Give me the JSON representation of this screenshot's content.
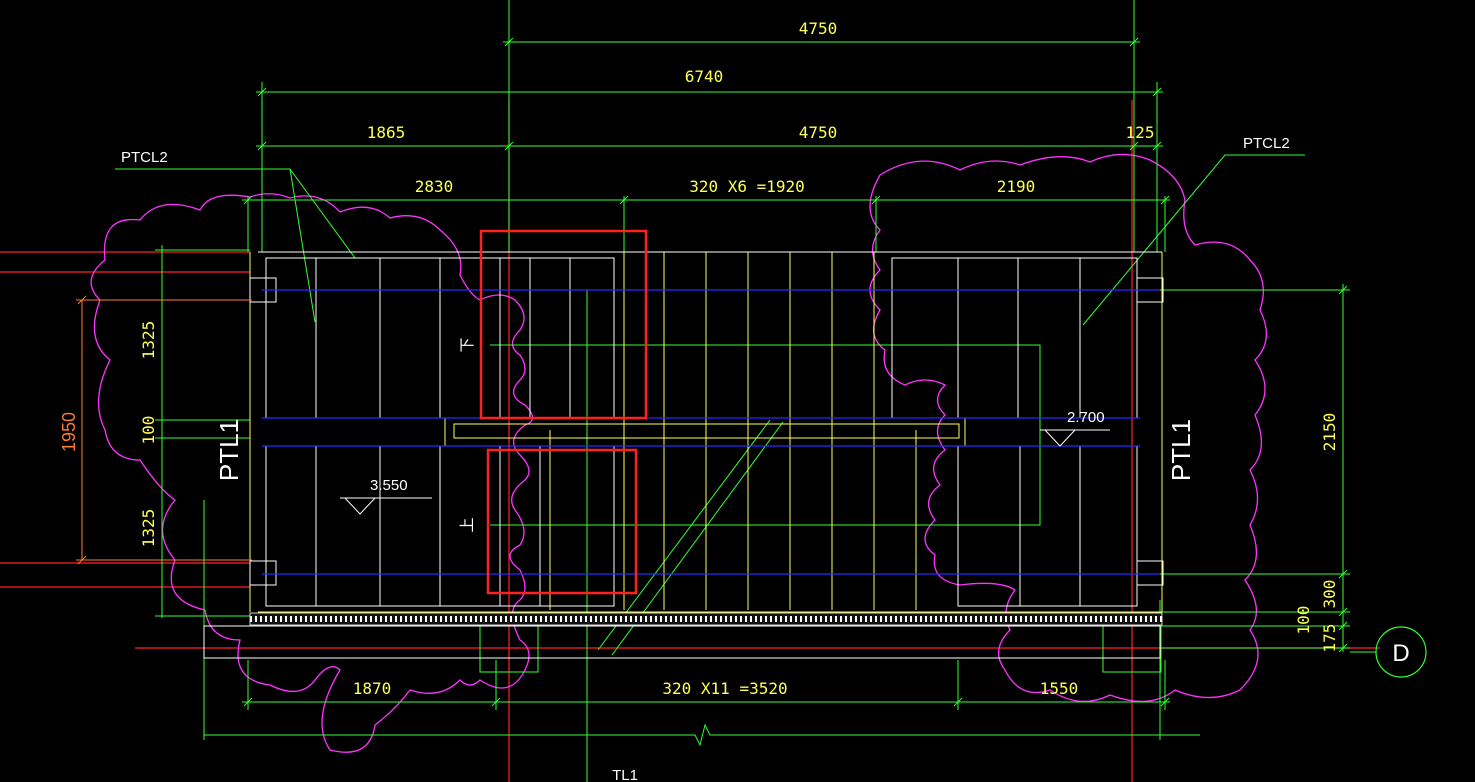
{
  "drawing": {
    "dims_top": {
      "top_4750": "4750",
      "overall_6740": "6740",
      "left_1865": "1865",
      "mid_4750": "4750",
      "right_125": "125",
      "left_2830": "2830",
      "steps_top": "320 X6 =1920",
      "right_2190": "2190"
    },
    "dims_bottom": {
      "left_1870": "1870",
      "steps_bottom": "320 X11 =3520",
      "right_1550": "1550"
    },
    "dims_left": {
      "d1325_top": "1325",
      "d100": "100",
      "d1325_bot": "1325",
      "d1950": "1950"
    },
    "dims_right": {
      "d2150": "2150",
      "d300": "300",
      "d100": "100",
      "d175": "175"
    },
    "labels": {
      "ptcl2_left": "PTCL2",
      "ptcl2_right": "PTCL2",
      "ptl1_left": "PTL1",
      "ptl1_right": "PTL1",
      "elev_left": "3.550",
      "elev_right": "2.700",
      "down": "下",
      "up": "上",
      "axis_d": "D",
      "tl1": "TL1"
    },
    "colors": {
      "green": "#33ff33",
      "yellow": "#ffff55",
      "white": "#ffffff",
      "blue": "#2a2aff",
      "red_axis": "#ff2222",
      "magenta": "#ff33ff",
      "highlight": "#ff2020",
      "orange": "#ff7a33"
    }
  }
}
